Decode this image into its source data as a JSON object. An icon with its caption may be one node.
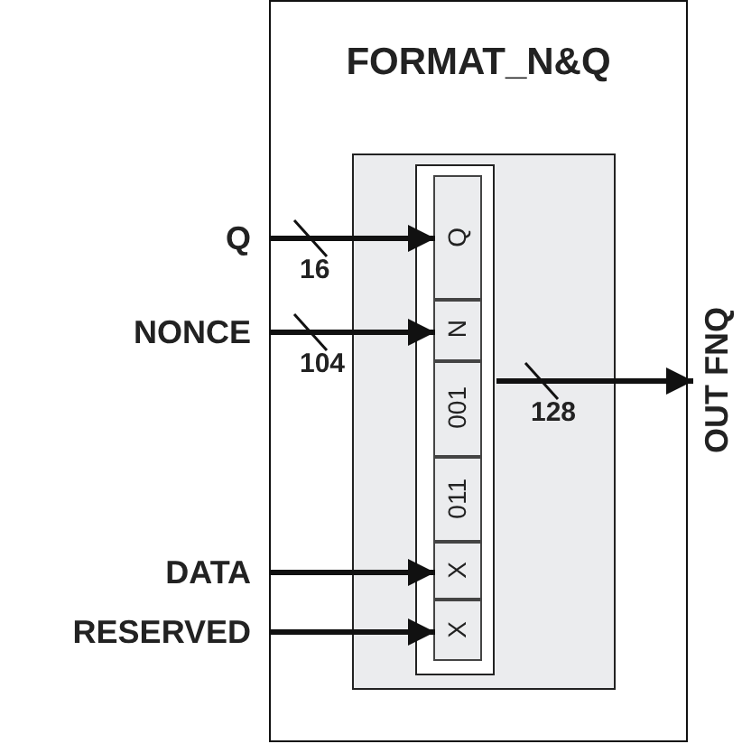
{
  "diagram": {
    "nodes": [
      {
        "text": [
          "FORMAT_N&Q"
        ]
      },
      {
        "text": [],
        "shape": "box",
        "in": 0
      },
      {
        "text": [],
        "shape": "box",
        "in": 1
      },
      {
        "text": [
          "Q"
        ],
        "in": 2
      },
      {
        "text": [
          "N"
        ],
        "in": 2
      },
      {
        "text": [
          "001"
        ],
        "in": 2
      },
      {
        "text": [
          "011"
        ],
        "in": 2
      },
      {
        "text": [
          "X"
        ],
        "in": 2
      },
      {
        "text": [
          "X"
        ],
        "in": 2
      },
      {
        "text": [
          "Q"
        ]
      },
      {
        "text": [
          "NONCE"
        ]
      },
      {
        "text": [
          "DATA"
        ]
      },
      {
        "text": [
          "RESERVED"
        ]
      },
      {
        "text": [
          "OUT FNQ"
        ]
      }
    ],
    "edges": [
      {
        "from": 9,
        "to": 3,
        "arrow": "to",
        "label": "16"
      },
      {
        "from": 10,
        "to": 4,
        "arrow": "to",
        "label": "104"
      },
      {
        "from": 11,
        "to": 7,
        "arrow": "to"
      },
      {
        "from": 12,
        "to": 8,
        "arrow": "to"
      },
      {
        "from": 2,
        "to": 13,
        "arrow": "to",
        "label": "128"
      }
    ]
  }
}
